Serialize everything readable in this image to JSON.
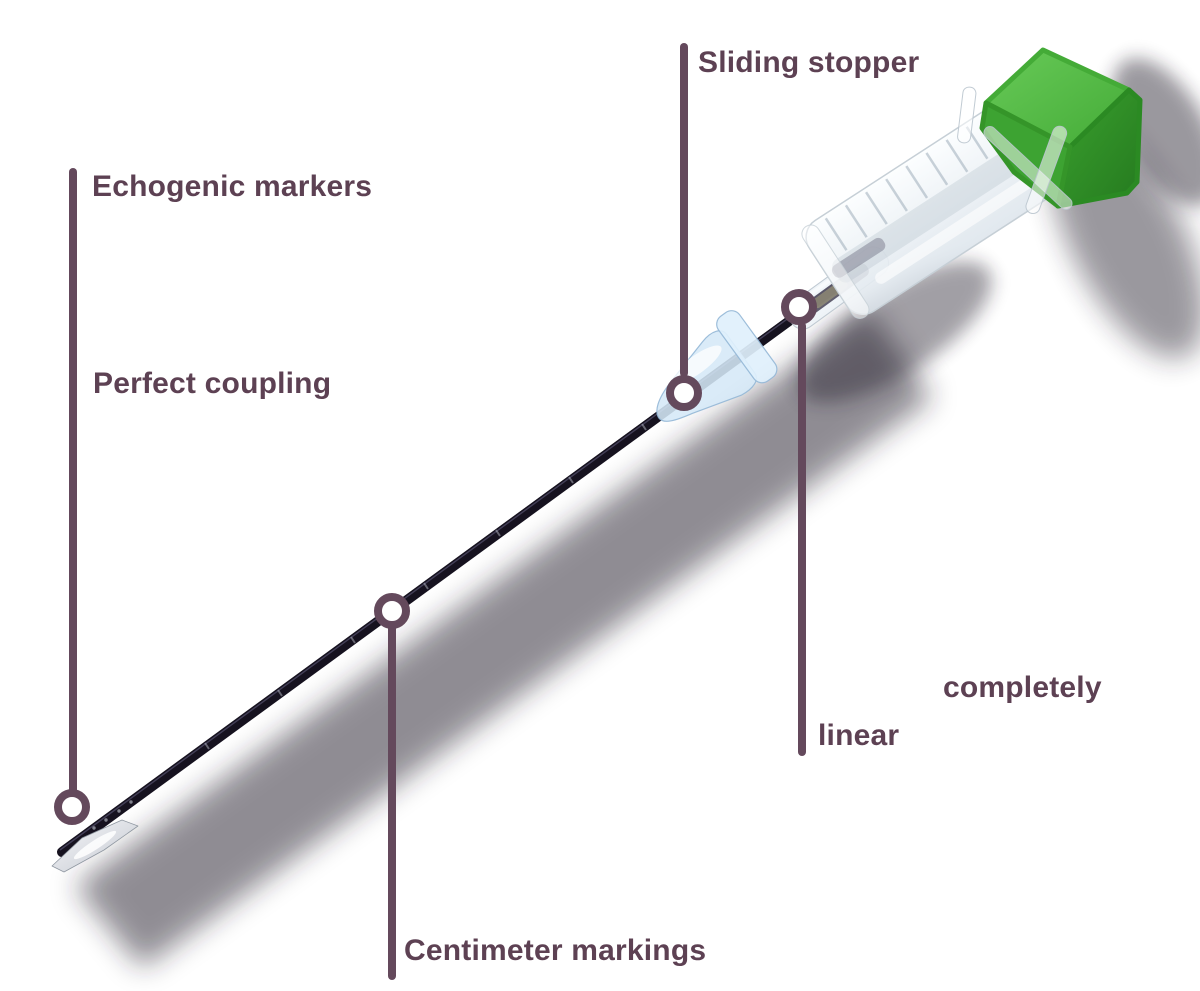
{
  "diagram": {
    "subject": "echogenic biopsy needle with sliding stopper",
    "colors": {
      "background": "#ffffff",
      "label_text": "#5d4153",
      "callout": "#64495c",
      "needle_shaft": "#16121f",
      "stopper_blue": "#d7e9f7",
      "cap_green_top": "#57bd47",
      "cap_green_side": "#2f9226"
    },
    "labels": {
      "sliding_stopper": "Sliding stopper",
      "echogenic_markers": "Echogenic markers",
      "perfect_coupling": "Perfect coupling",
      "completely": "completely",
      "linear": "linear",
      "centimeter_markings": "Centimeter markings"
    }
  }
}
